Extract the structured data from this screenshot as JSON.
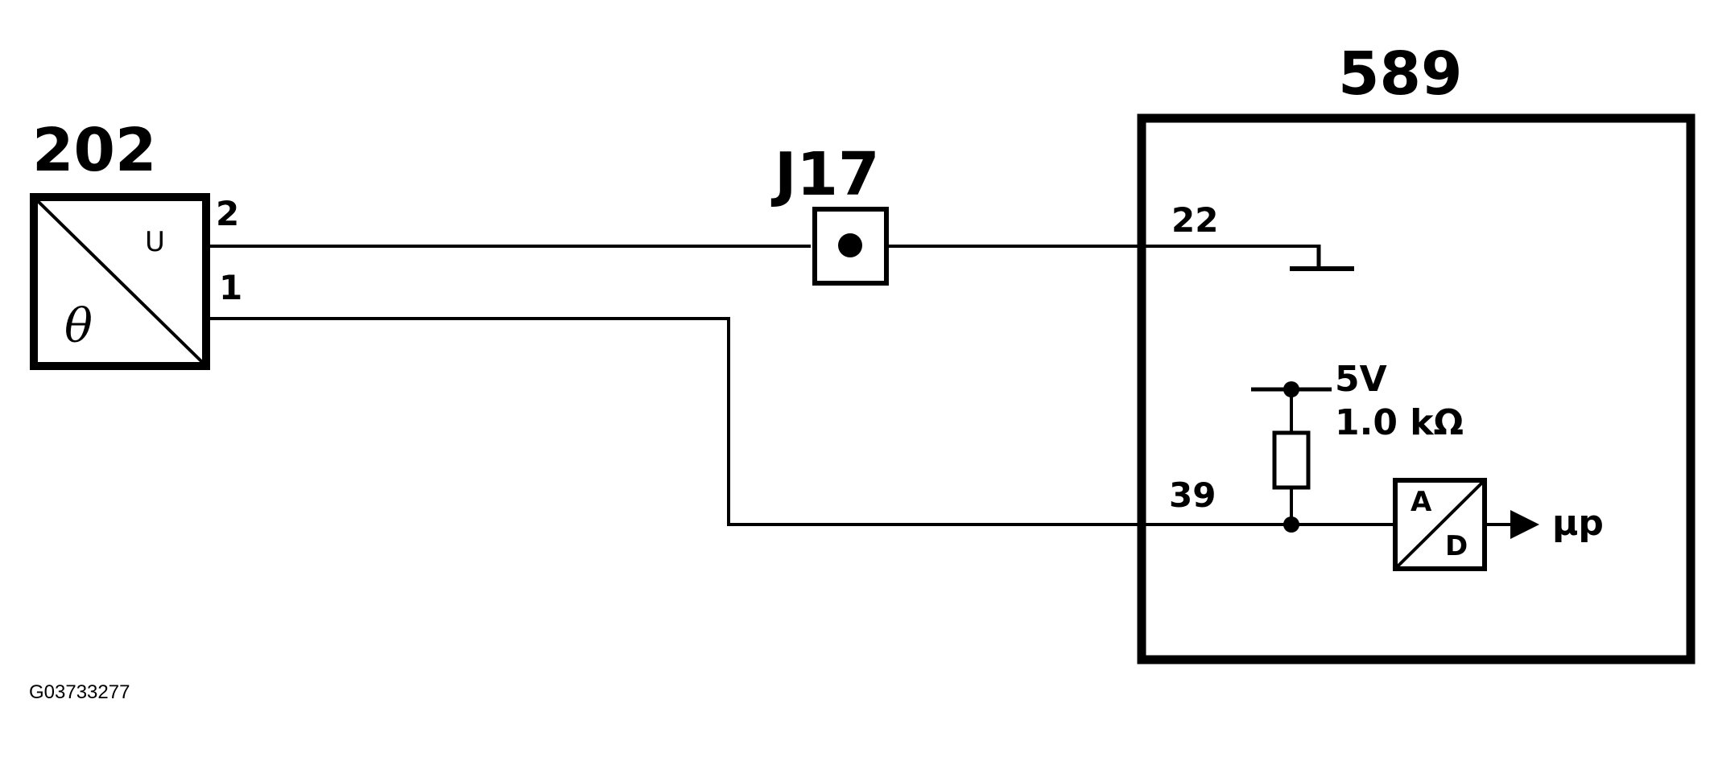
{
  "components": {
    "sensor": {
      "id": "202",
      "pin_top": "2",
      "pin_bottom": "1",
      "output_label": "U",
      "symbol": "θ"
    },
    "junction": {
      "id": "J17"
    },
    "module": {
      "id": "589",
      "pin_ground": "22",
      "pin_input": "39",
      "supply_voltage": "5V",
      "pullup_resistance": "1.0 kΩ",
      "adc_top": "A",
      "adc_bottom": "D",
      "adc_output": "μp"
    }
  },
  "footer": {
    "figure_id": "G03733277"
  }
}
